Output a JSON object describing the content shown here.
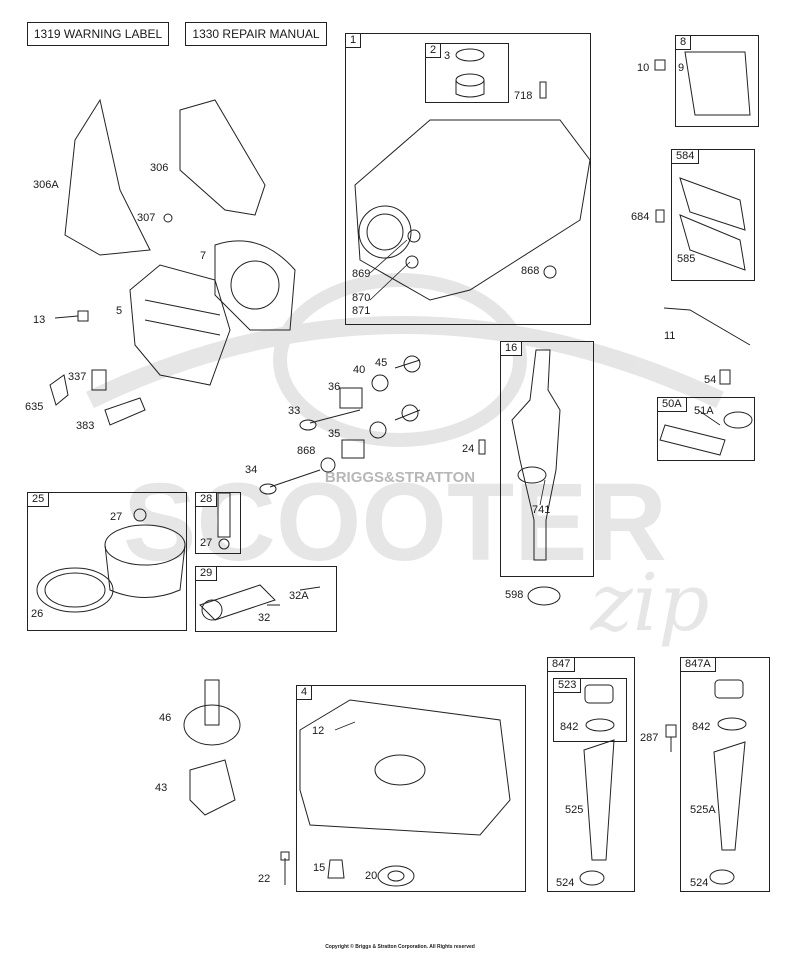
{
  "header_buttons": [
    {
      "id": "1319",
      "label": "1319 WARNING LABEL"
    },
    {
      "id": "1330",
      "label": "1330 REPAIR MANUAL"
    }
  ],
  "boxes": [
    {
      "id": "box-1",
      "tag": "1"
    },
    {
      "id": "box-2",
      "tag": "2"
    },
    {
      "id": "box-8",
      "tag": "8"
    },
    {
      "id": "box-584",
      "tag": "584"
    },
    {
      "id": "box-16",
      "tag": "16"
    },
    {
      "id": "box-50A",
      "tag": "50A"
    },
    {
      "id": "box-25",
      "tag": "25"
    },
    {
      "id": "box-28",
      "tag": "28"
    },
    {
      "id": "box-29",
      "tag": "29"
    },
    {
      "id": "box-4",
      "tag": "4"
    },
    {
      "id": "box-847",
      "tag": "847"
    },
    {
      "id": "box-523",
      "tag": "523"
    },
    {
      "id": "box-847A",
      "tag": "847A"
    }
  ],
  "part_labels": [
    "306A",
    "306",
    "307",
    "7",
    "5",
    "13",
    "337",
    "635",
    "383",
    "3",
    "718",
    "869",
    "870",
    "871",
    "868",
    "10",
    "9",
    "684",
    "585",
    "11",
    "54",
    "51A",
    "45",
    "40",
    "36",
    "33",
    "35",
    "868",
    "34",
    "24",
    "741",
    "27",
    "26",
    "27",
    "32A",
    "32",
    "598",
    "46",
    "43",
    "12",
    "22",
    "15",
    "20",
    "842",
    "525",
    "524",
    "287",
    "842",
    "525A",
    "524"
  ],
  "watermark": {
    "brand_top": "BRIGGS&STRATTON",
    "brand_main": "SCOOTER",
    "brand_script": "zip"
  },
  "copyright": "Copyright © Briggs & Stratton Corporation. All Rights reserved"
}
